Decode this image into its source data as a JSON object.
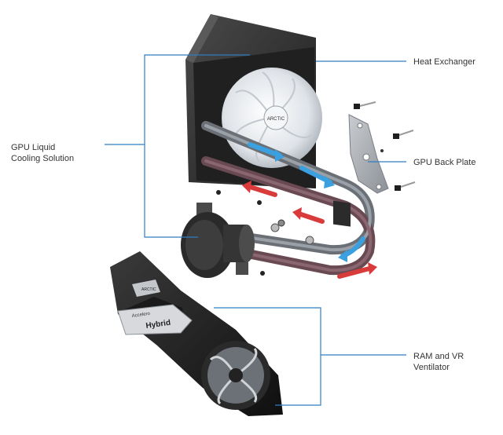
{
  "labels": {
    "heat_exchanger": "Heat Exchanger",
    "gpu_back_plate": "GPU Back Plate",
    "gpu_liquid_line1": "GPU Liquid",
    "gpu_liquid_line2": "Cooling Solution",
    "ram_vr_line1": "RAM and VR",
    "ram_vr_line2": "Ventilator"
  },
  "product": {
    "brand_text": "ARCTIC",
    "model_line1": "Accelero",
    "model_line2": "Hybrid"
  },
  "colors": {
    "leader_line": "#2f7ec2",
    "cool_flow": "#3aa0e0",
    "hot_flow": "#d93a3a",
    "hardware_dark": "#2b2b2b"
  }
}
